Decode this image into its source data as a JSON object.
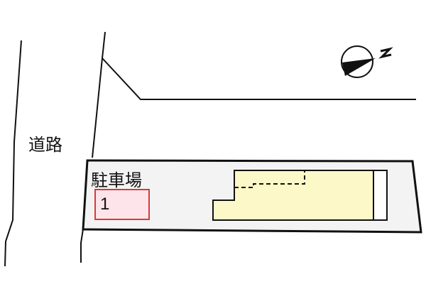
{
  "map": {
    "road_label": "道路",
    "parking_label": "駐車場",
    "parking_spaces": [
      {
        "number": "1",
        "fill": "#fde4ea",
        "border": "#d63a3a"
      }
    ],
    "compass": {
      "label": "N",
      "icon": "north-arrow-icon"
    },
    "colors": {
      "lot_fill": "#f3f3f3",
      "building_fill": "#fdf8c8",
      "line": "#111111"
    }
  }
}
